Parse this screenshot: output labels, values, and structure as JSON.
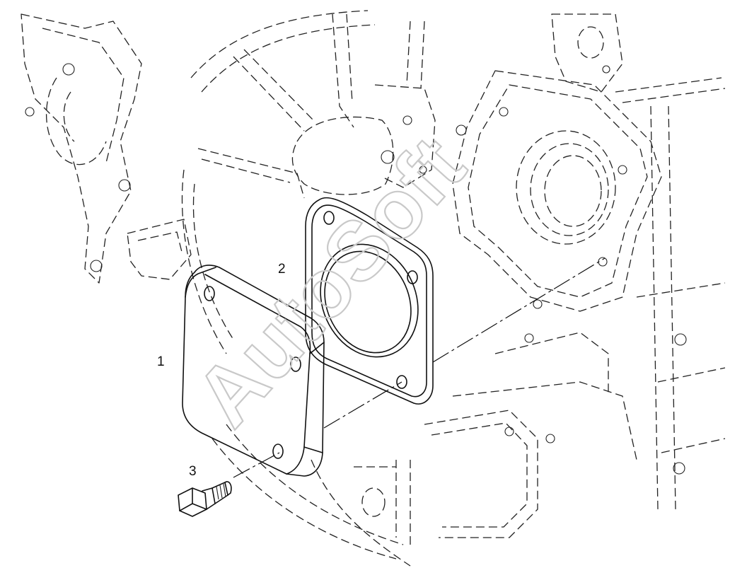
{
  "diagram": {
    "callouts": [
      {
        "id": "1",
        "label": "1"
      },
      {
        "id": "2",
        "label": "2"
      },
      {
        "id": "3",
        "label": "3"
      }
    ]
  },
  "watermark": {
    "text": "AutoSoft"
  },
  "colors": {
    "line": "#111111",
    "watermark": "#c9c9c9",
    "background": "#ffffff"
  }
}
